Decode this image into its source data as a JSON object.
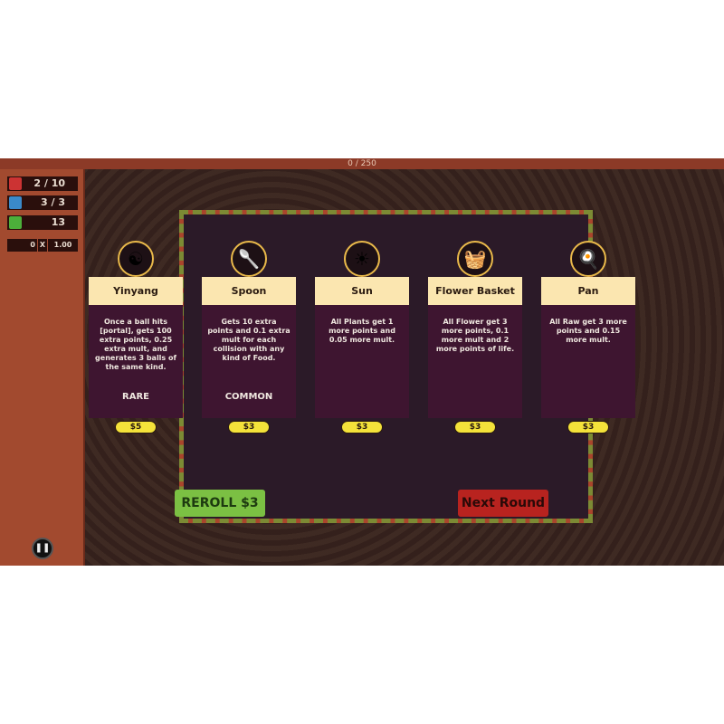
{
  "topbar": {
    "progress": "0 / 250"
  },
  "stats": {
    "rounds": "2 / 10",
    "flags": "3 / 3",
    "money": "13",
    "points": "0",
    "x": "X",
    "mult": "1.00"
  },
  "cards": [
    {
      "title": "Yinyang",
      "icon": "yinyang-icon",
      "glyph": "☯",
      "desc": "Once a ball hits [portal], gets 100 extra points,  0.25 extra mult, and generates 3 balls of the same kind.",
      "rarity": "RARE",
      "price": "$5"
    },
    {
      "title": "Spoon",
      "icon": "spoon-icon",
      "glyph": "🥄",
      "desc": "Gets 10 extra points and 0.1 extra mult for each collision with any kind of Food.",
      "rarity": "COMMON",
      "price": "$3"
    },
    {
      "title": "Sun",
      "icon": "sun-icon",
      "glyph": "☀",
      "desc": "All Plants get 1 more points and 0.05 more mult.",
      "rarity": "",
      "price": "$3"
    },
    {
      "title": "Flower Basket",
      "icon": "flower-basket-icon",
      "glyph": "🧺",
      "desc": "All Flower get 3 more points, 0.1 more mult and 2 more points of life.",
      "rarity": "",
      "price": "$3"
    },
    {
      "title": "Pan",
      "icon": "pan-icon",
      "glyph": "🍳",
      "desc": "All Raw get 3 more points and 0.15 more mult.",
      "rarity": "",
      "price": "$3"
    }
  ],
  "buttons": {
    "reroll": "REROLL $3",
    "next": "Next Round",
    "pause": "❚❚"
  }
}
